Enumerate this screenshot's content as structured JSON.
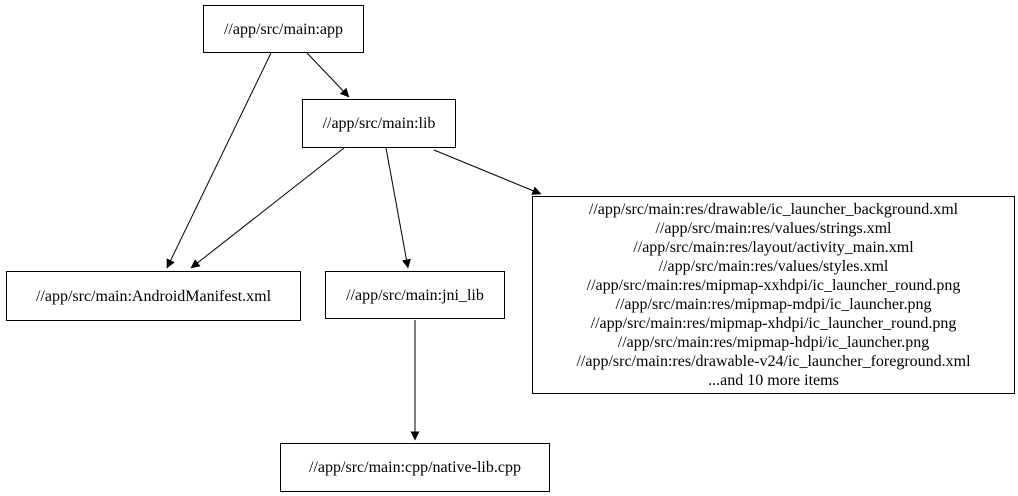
{
  "diagram": {
    "background_color": "#ffffff",
    "line_color": "#000000",
    "text_color": "#000000"
  },
  "nodes": {
    "app": {
      "label": "//app/src/main:app"
    },
    "lib": {
      "label": "//app/src/main:lib"
    },
    "android_manifest": {
      "label": "//app/src/main:AndroidManifest.xml"
    },
    "jni_lib": {
      "label": "//app/src/main:jni_lib"
    },
    "resources": {
      "lines": [
        "//app/src/main:res/drawable/ic_launcher_background.xml",
        "//app/src/main:res/values/strings.xml",
        "//app/src/main:res/layout/activity_main.xml",
        "//app/src/main:res/values/styles.xml",
        "//app/src/main:res/mipmap-xxhdpi/ic_launcher_round.png",
        "//app/src/main:res/mipmap-mdpi/ic_launcher.png",
        "//app/src/main:res/mipmap-xhdpi/ic_launcher_round.png",
        "//app/src/main:res/mipmap-hdpi/ic_launcher.png",
        "//app/src/main:res/drawable-v24/ic_launcher_foreground.xml",
        "...and 10 more items"
      ]
    },
    "native_lib": {
      "label": "//app/src/main:cpp/native-lib.cpp"
    }
  },
  "edges": [
    {
      "from": "app",
      "to": "android_manifest"
    },
    {
      "from": "app",
      "to": "lib"
    },
    {
      "from": "lib",
      "to": "android_manifest"
    },
    {
      "from": "lib",
      "to": "jni_lib"
    },
    {
      "from": "lib",
      "to": "resources"
    },
    {
      "from": "jni_lib",
      "to": "native_lib"
    }
  ]
}
